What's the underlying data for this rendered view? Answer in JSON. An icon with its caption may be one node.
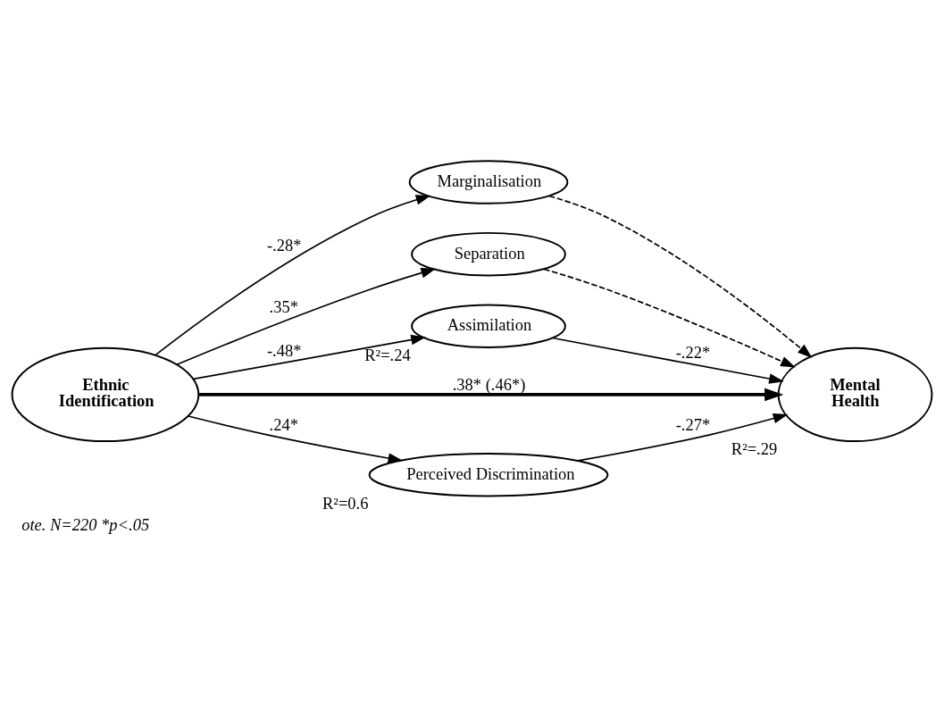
{
  "diagram": {
    "caption": "ote. N=220 *p<.05",
    "nodes": [
      {
        "text": [
          "Marginalisation"
        ]
      },
      {
        "text": [
          "Separation"
        ]
      },
      {
        "text": [
          "Assimilation"
        ],
        "beside": [
          "R²=.24"
        ]
      },
      {
        "text": [
          "Ethnic Identification"
        ]
      },
      {
        "text": [
          "Mental Health"
        ],
        "beside": [
          "R²=.29"
        ]
      },
      {
        "text": [
          "Perceived Discrimination"
        ],
        "beside": [
          "R²=0.6"
        ]
      }
    ],
    "edges": [
      {
        "from": 3,
        "to": 0,
        "arrow": "to",
        "label": "-.28*"
      },
      {
        "from": 3,
        "to": 1,
        "arrow": "to",
        "label": ".35*"
      },
      {
        "from": 3,
        "to": 2,
        "arrow": "to",
        "label": "-.48*"
      },
      {
        "from": 0,
        "to": 4,
        "arrow": "to",
        "style": "dashed"
      },
      {
        "from": 1,
        "to": 4,
        "arrow": "to",
        "style": "dashed"
      },
      {
        "from": 2,
        "to": 4,
        "arrow": "to",
        "label": "-.22*"
      },
      {
        "from": 3,
        "to": 4,
        "arrow": "to",
        "label": ".38* (.46*)",
        "style": "thick"
      },
      {
        "from": 3,
        "to": 5,
        "arrow": "to",
        "label": ".24*"
      },
      {
        "from": 5,
        "to": 4,
        "arrow": "to",
        "label": "-.27*"
      }
    ]
  }
}
